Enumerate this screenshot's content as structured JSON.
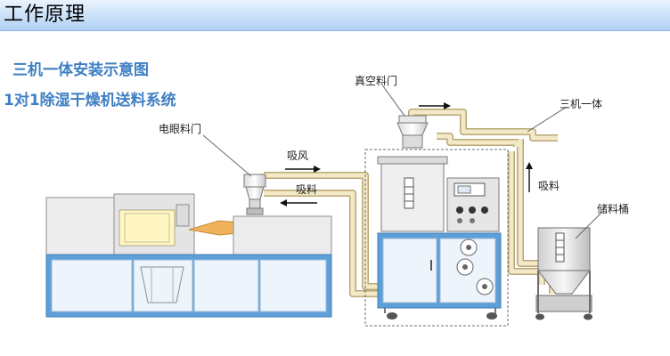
{
  "header": {
    "title": "工作原理"
  },
  "diagram": {
    "title_line1": "三机一体安装示意图",
    "title_line2": "1对1除湿干燥机送料系统",
    "labels": {
      "electric_eye_valve": "电眼料门",
      "suction_air": "吸风",
      "suction_material_left": "吸料",
      "vacuum_valve": "真空料门",
      "three_in_one": "三机一体",
      "suction_material_right": "吸料",
      "storage_bin": "储料桶"
    }
  },
  "colors": {
    "header_gradient_top": "#eaf3fd",
    "header_gradient_bottom": "#b3d1f4",
    "title_blue": "#3f7fc3",
    "machine_blue": "#5f9fd7",
    "pipe_fill": "#f3e9c6",
    "pipe_stroke": "#b8a878",
    "panel_gray": "#e6e6e6"
  }
}
